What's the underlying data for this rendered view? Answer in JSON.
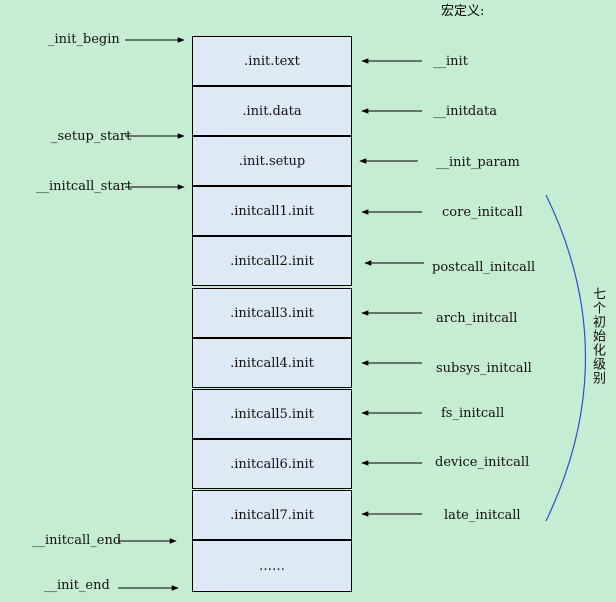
{
  "title": "宏定义:",
  "vertical_note": "七个初始化级别",
  "sections": [
    ".init.text",
    ".init.data",
    ".init.setup",
    ".initcall1.init",
    ".initcall2.init",
    ".initcall3.init",
    ".initcall4.init",
    ".initcall5.init",
    ".initcall6.init",
    ".initcall7.init",
    "……"
  ],
  "left_markers": {
    "init_begin": "_init_begin",
    "setup_start": "_setup_start",
    "initcall_start": "__initcall_start",
    "initcall_end": "__initcall_end",
    "init_end": "__init_end"
  },
  "right_macros": [
    "__init",
    "__initdata",
    "__init_param",
    "core_initcall",
    "postcall_initcall",
    "arch_initcall",
    "subsys_initcall",
    "fs_initcall",
    "device_initcall",
    "late_initcall"
  ]
}
